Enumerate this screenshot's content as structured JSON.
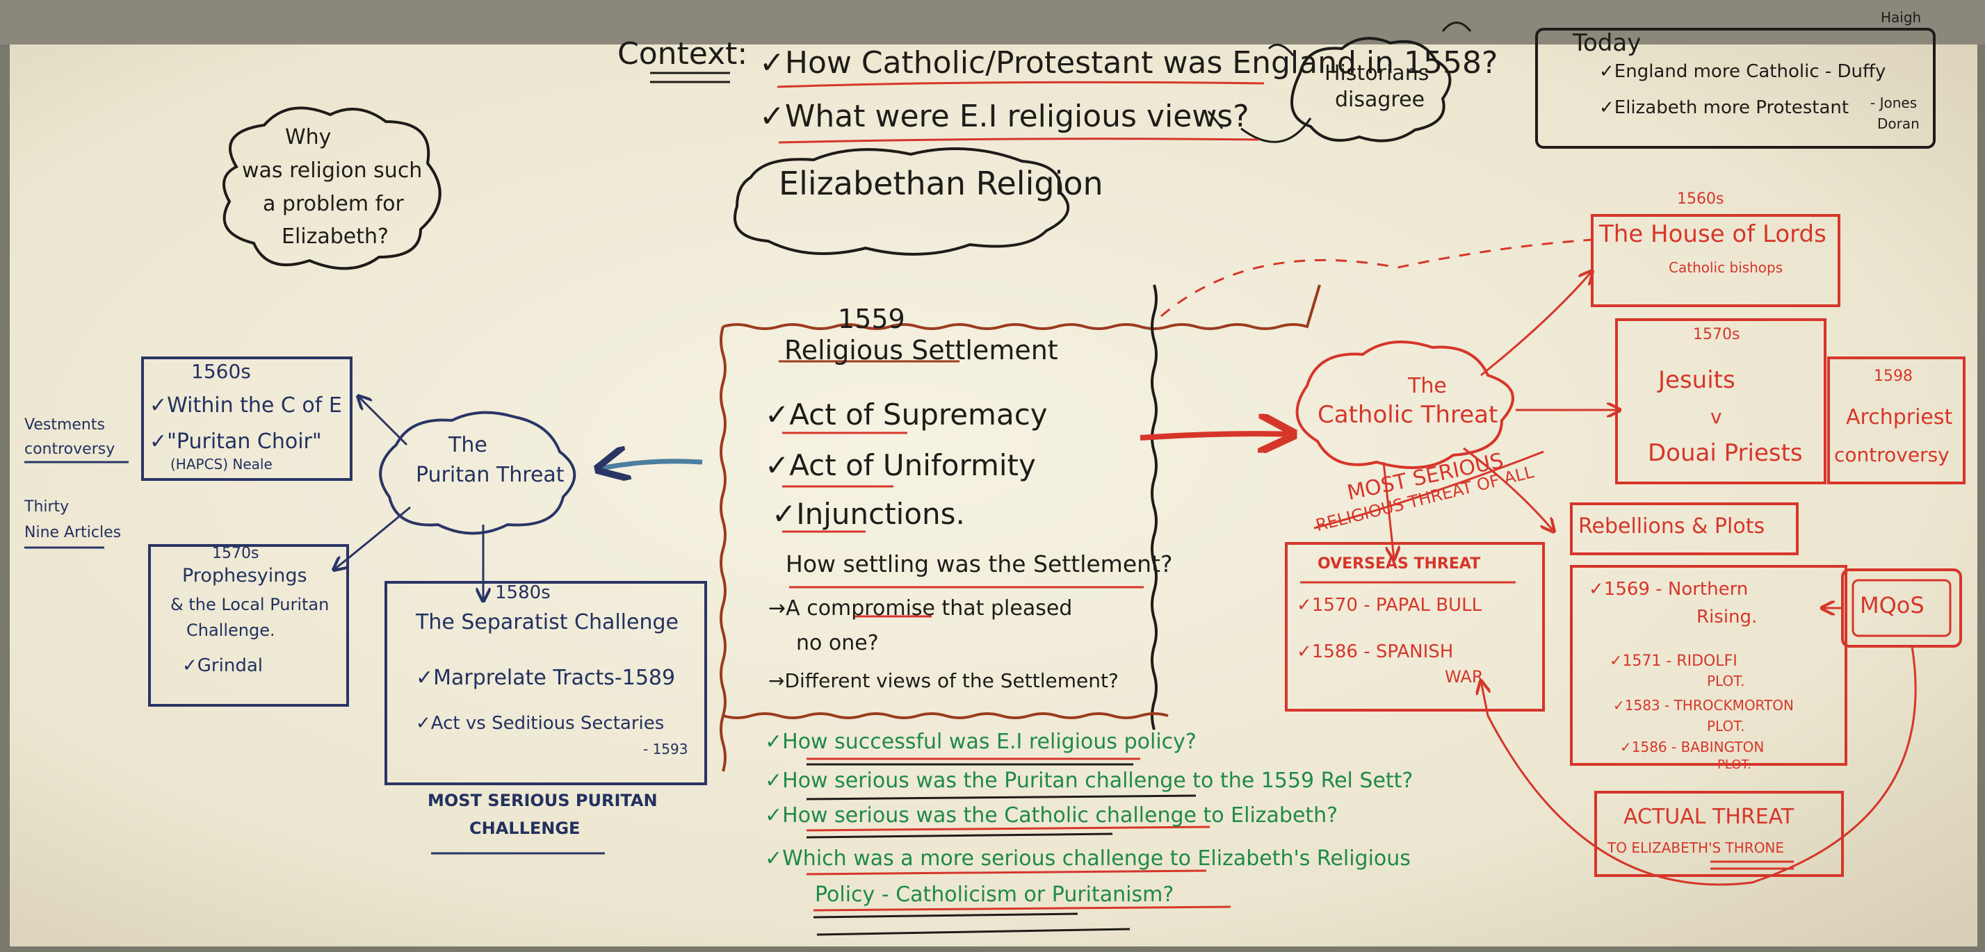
{
  "board": {
    "background": "#f2eede",
    "ink": {
      "black": "#1e1c19",
      "blue": "#22315f",
      "red": "#d6362a",
      "green": "#1f8a46"
    }
  },
  "context": {
    "label": "Context:",
    "q1": "✓How Catholic/Protestant was England in 1558?",
    "q2": "✓What were E.I religious views?",
    "historians": [
      "Historians",
      "disagree"
    ]
  },
  "today": {
    "title": "Today",
    "line1": "✓England more Catholic - Duffy",
    "line2": "✓Elizabeth more Protestant",
    "haigh": "Haigh",
    "jones": "- Jones",
    "doran": "Doran"
  },
  "why_cloud": [
    "Why",
    "was religion such",
    "a problem for",
    "Elizabeth?"
  ],
  "title_cloud": "Elizabethan Religion",
  "settlement": {
    "year": "1559",
    "title": "Religious Settlement",
    "items": [
      "✓Act of Supremacy",
      "✓Act of Uniformity",
      "✓Injunctions."
    ],
    "question": "How settling was the Settlement?",
    "point1a": "→A compromise that pleased",
    "point1b": "no one?",
    "point2": "→Different views of the Settlement?"
  },
  "puritan": {
    "cloud": [
      "The",
      "Puritan Threat"
    ],
    "box1560": {
      "header": "1560s",
      "line1": "✓Within the C of E",
      "line2": "✓\"Puritan Choir\"",
      "line3": "(HAPCS)   Neale"
    },
    "side": [
      "Vestments",
      "controversy",
      "Thirty",
      "Nine Articles"
    ],
    "box1570": {
      "header": "1570s",
      "line1": "Prophesyings",
      "line2": "& the Local Puritan",
      "line3": "Challenge.",
      "line4": "✓Grindal"
    },
    "box1580": {
      "header": "1580s",
      "line1": "The Separatist Challenge",
      "line2": "✓Marprelate Tracts-1589",
      "line3": "✓Act vs Seditious Sectaries",
      "line4": "- 1593"
    },
    "most_serious": [
      "MOST SERIOUS PURITAN",
      "CHALLENGE"
    ]
  },
  "catholic": {
    "cloud": [
      "The",
      "Catholic Threat"
    ],
    "most_serious": [
      "MOST SERIOUS",
      "RELIGIOUS THREAT OF ALL"
    ],
    "lords": {
      "header": "1560s",
      "line1": "The House of Lords",
      "line2": "Catholic bishops"
    },
    "jesuits": {
      "header": "1570s",
      "line1": "Jesuits",
      "line2": "v",
      "line3": "Douai Priests"
    },
    "archpriest": {
      "header": "1598",
      "line1": "Archpriest",
      "line2": "controversy"
    },
    "overseas": {
      "header": "OVERSEAS THREAT",
      "line1": "✓1570 - PAPAL BULL",
      "line2": "✓1586 - SPANISH",
      "line3": "WAR"
    },
    "rebellions": {
      "title": "Rebellions & Plots",
      "items": [
        "✓1569 - Northern",
        "Rising.",
        "✓1571 - RIDOLFI",
        "PLOT.",
        "✓1583 - THROCKMORTON",
        "PLOT.",
        "✓1586 - BABINGTON",
        "PLOT."
      ]
    },
    "mqs": "MQoS",
    "actual": [
      "ACTUAL THREAT",
      "TO ELIZABETH'S THRONE"
    ]
  },
  "green_questions": [
    "✓How successful was E.I religious policy?",
    "✓How serious was the Puritan challenge to the 1559 Rel Sett?",
    "✓How serious was the Catholic challenge to Elizabeth?",
    "✓Which was a more serious challenge to Elizabeth's Religious",
    "Policy - Catholicism or Puritanism?"
  ]
}
